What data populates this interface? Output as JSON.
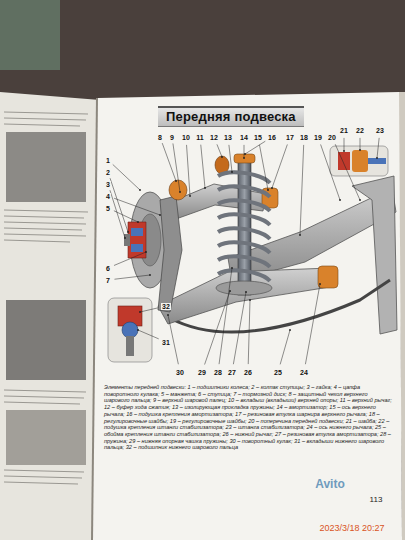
{
  "diagram": {
    "title": "Передняя подвеска",
    "caption": "Элементы передней подвески: 1 – подшипники колеса; 2 – колпак ступицы; 3 – гайка; 4 – цапфа поворотного кулака; 5 – манжета; 6 – ступица; 7 – тормозной диск; 8 – защитный чехол верхнего шарового пальца; 9 – верхний шаровой палец; 10 – вкладыш (вкладыши) верхней опоры; 11 – верхний рычаг; 12 – буфер хода сжатия; 13 – изолирующая прокладка пружины; 14 – амортизатор; 15 – ось верхнего рычага; 16 – подушка крепления амортизатора; 17 – резиновая втулка шарнира верхнего рычага; 18 – регулировочные шайбы; 19 – регулировочные шайбы; 20 – поперечина передней подвески; 21 – шайба; 22 – подушка крепления штанги стабилизатора; 23 – штанга стабилизатора; 24 – ось нижнего рычага; 25 – обойма крепления штанги стабилизатора; 26 – нижний рычаг; 27 – резиновая втулка амортизатора; 28 – пружина; 29 – нижняя опорная чашка пружины; 30 – поворотный кулак; 31 – вкладыши нижнего шарового пальца; 32 – подшипник нижнего шарового пальца",
    "labels": [
      "1",
      "2",
      "3",
      "4",
      "5",
      "6",
      "7",
      "8",
      "9",
      "10",
      "11",
      "12",
      "13",
      "14",
      "15",
      "16",
      "17",
      "18",
      "19",
      "20",
      "21",
      "22",
      "23",
      "24",
      "25",
      "26",
      "27",
      "28",
      "29",
      "30",
      "31",
      "32",
      "113",
      "Avito",
      "2023/3/18 20:27"
    ]
  }
}
